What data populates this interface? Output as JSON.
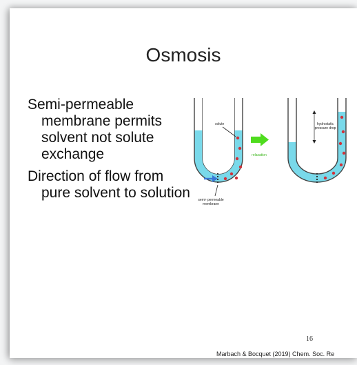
{
  "slide": {
    "title": "Osmosis",
    "bullets": [
      "Semi-permeable membrane permits solvent not solute exchange",
      "Direction of flow from pure solvent to solution"
    ],
    "page_number": "16",
    "citation": "Marbach & Bocquet (2019) Chem. Soc. Re"
  },
  "diagram": {
    "labels": {
      "solute": "solute",
      "relaxation": "relaxation",
      "hydrostatic": "hydrostatic",
      "pressure_drop": "pressure drop",
      "semi": "semi- permeable",
      "membrane": "membrane"
    },
    "colors": {
      "water": "#79d9ea",
      "solute_dot": "#d0323a",
      "arrow_green": "#4fdc1e",
      "arrow_blue": "#3a78d6",
      "membrane": "#333333"
    }
  }
}
